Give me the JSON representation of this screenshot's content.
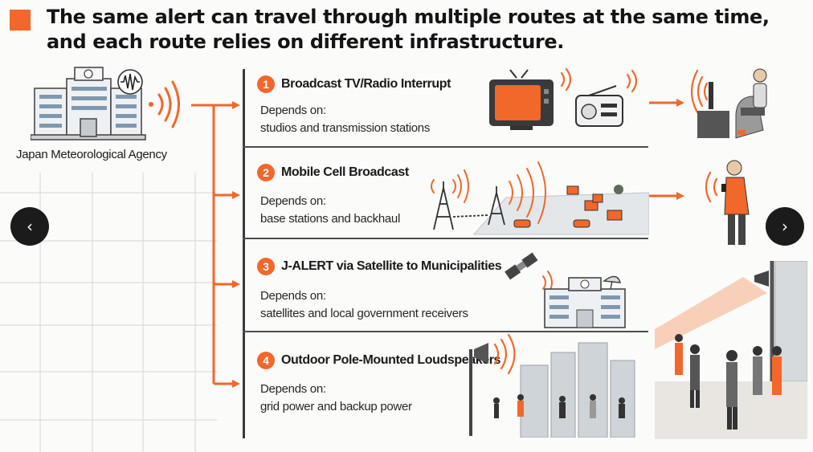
{
  "header": {
    "title_line1": "The same alert can travel through multiple routes at the same time,",
    "title_line2": "and each route relies on different infrastructure."
  },
  "source": {
    "label": "Japan Meteorological Agency"
  },
  "routes": [
    {
      "number": "1",
      "title": "Broadcast TV/Radio Interrupt",
      "depends_label": "Depends on:",
      "depends_value": "studios and transmission stations"
    },
    {
      "number": "2",
      "title": "Mobile Cell Broadcast",
      "depends_label": "Depends on:",
      "depends_value": "base stations and backhaul"
    },
    {
      "number": "3",
      "title": "J-ALERT via Satellite to Municipalities",
      "depends_label": "Depends on:",
      "depends_value": "satellites and local government receivers"
    },
    {
      "number": "4",
      "title": "Outdoor Pole-Mounted Loudspeakers",
      "depends_label": "Depends on:",
      "depends_value": "grid power and backup power"
    }
  ],
  "navigation": {
    "prev_glyph": "‹",
    "next_glyph": "›"
  },
  "colors": {
    "accent": "#f2672a",
    "dark": "#3a3a3a",
    "grid": "#d9d9d9"
  }
}
